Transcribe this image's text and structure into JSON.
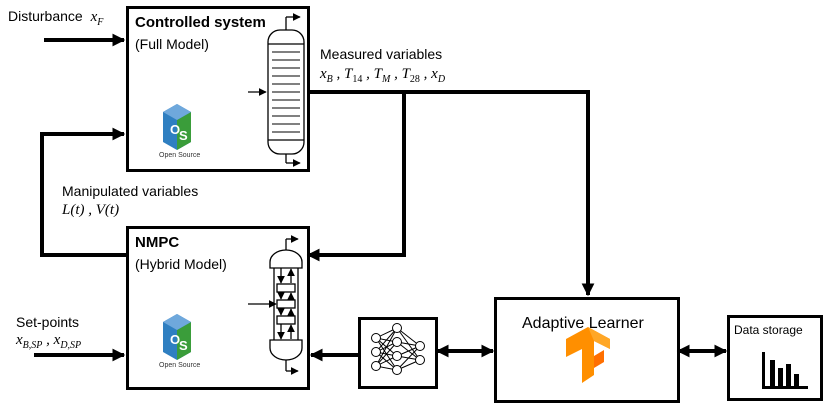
{
  "inputs": {
    "disturbance_label": "Disturbance",
    "disturbance_symbol": "x_F",
    "setpoints_label": "Set-points",
    "setpoints_symbols": "x_{B,SP} , x_{D,SP}"
  },
  "controlled_system": {
    "title": "Controlled system",
    "subtitle": "(Full Model)",
    "logo_text": "Open Source"
  },
  "nmpc": {
    "title": "NMPC",
    "subtitle": "(Hybrid Model)",
    "logo_text": "Open Source"
  },
  "measured": {
    "label": "Measured variables",
    "symbols": "x_B , T_14 , T_M , T_28 , x_D"
  },
  "manipulated": {
    "label": "Manipulated variables",
    "symbols": "L(t) , V(t)"
  },
  "learner": {
    "title": "Adaptive Learner"
  },
  "storage": {
    "title": "Data storage"
  },
  "colors": {
    "line": "#000000",
    "logo_blue": "#2f7fc1",
    "logo_green": "#3a9d3a",
    "tf_orange": "#ff8f00"
  }
}
